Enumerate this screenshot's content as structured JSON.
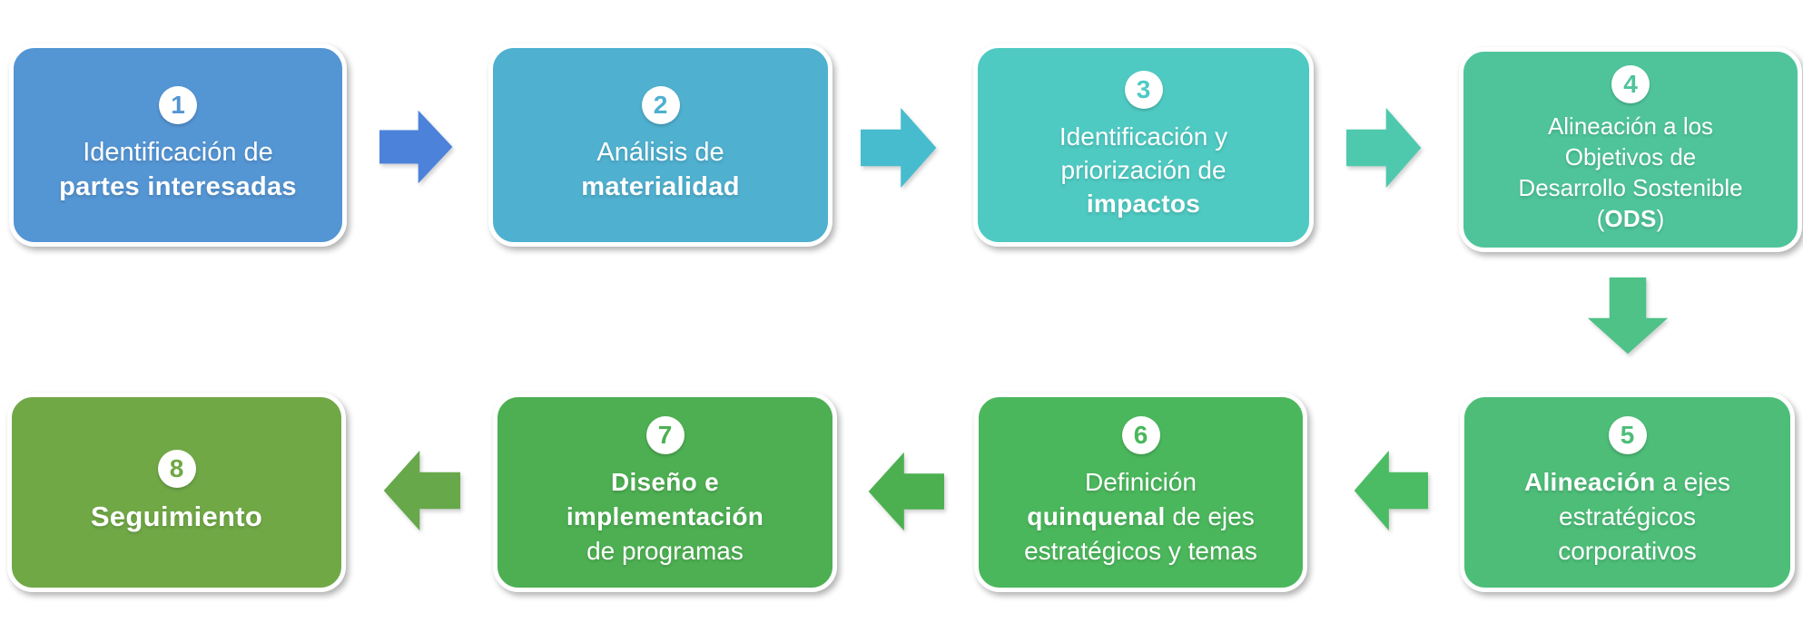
{
  "diagram": {
    "background": "#FFFFFF",
    "text_color": "#FFFFFF",
    "steps": [
      {
        "number": "1",
        "color": "#5495D3",
        "lines": [
          {
            "segments": [
              {
                "text": "Identificación de",
                "bold": false
              }
            ]
          },
          {
            "segments": [
              {
                "text": "partes interesadas",
                "bold": true
              }
            ]
          }
        ]
      },
      {
        "number": "2",
        "color": "#4FB0CF",
        "lines": [
          {
            "segments": [
              {
                "text": "Análisis de",
                "bold": false
              }
            ]
          },
          {
            "segments": [
              {
                "text": "materialidad",
                "bold": true
              }
            ]
          }
        ]
      },
      {
        "number": "3",
        "color": "#4ECAC2",
        "lines": [
          {
            "segments": [
              {
                "text": "Identificación y",
                "bold": false
              }
            ]
          },
          {
            "segments": [
              {
                "text": "priorización de",
                "bold": false
              }
            ]
          },
          {
            "segments": [
              {
                "text": "impactos",
                "bold": true
              }
            ]
          }
        ]
      },
      {
        "number": "4",
        "color": "#4FC49B",
        "lines": [
          {
            "segments": [
              {
                "text": "Alineación a los",
                "bold": false
              }
            ]
          },
          {
            "segments": [
              {
                "text": "Objetivos de",
                "bold": false
              }
            ]
          },
          {
            "segments": [
              {
                "text": "Desarrollo Sostenible",
                "bold": false
              }
            ]
          },
          {
            "segments": [
              {
                "text": "(",
                "bold": false
              },
              {
                "text": "ODS",
                "bold": true
              },
              {
                "text": ")",
                "bold": false
              }
            ]
          }
        ]
      },
      {
        "number": "5",
        "color": "#4DBD78",
        "lines": [
          {
            "segments": [
              {
                "text": "Alineación",
                "bold": true
              },
              {
                "text": " a ejes",
                "bold": false
              }
            ]
          },
          {
            "segments": [
              {
                "text": "estratégicos",
                "bold": false
              }
            ]
          },
          {
            "segments": [
              {
                "text": "corporativos",
                "bold": false
              }
            ]
          }
        ]
      },
      {
        "number": "6",
        "color": "#4BB75C",
        "lines": [
          {
            "segments": [
              {
                "text": "Definición",
                "bold": false
              }
            ]
          },
          {
            "segments": [
              {
                "text": "quinquenal",
                "bold": true
              },
              {
                "text": " de ejes",
                "bold": false
              }
            ]
          },
          {
            "segments": [
              {
                "text": "estratégicos y temas",
                "bold": false
              }
            ]
          }
        ]
      },
      {
        "number": "7",
        "color": "#4DAF52",
        "lines": [
          {
            "segments": [
              {
                "text": "Diseño e",
                "bold": true
              }
            ]
          },
          {
            "segments": [
              {
                "text": "implementación",
                "bold": true
              }
            ]
          },
          {
            "segments": [
              {
                "text": "de programas",
                "bold": false
              }
            ]
          }
        ]
      },
      {
        "number": "8",
        "color": "#70A846",
        "lines": [
          {
            "segments": [
              {
                "text": "Seguimiento",
                "bold": true
              }
            ]
          }
        ]
      }
    ],
    "arrows": [
      {
        "name": "arrow-1-to-2",
        "direction": "right",
        "color": "#4C82DA"
      },
      {
        "name": "arrow-2-to-3",
        "direction": "right",
        "color": "#46BCCE"
      },
      {
        "name": "arrow-3-to-4",
        "direction": "right",
        "color": "#4FC9AD"
      },
      {
        "name": "arrow-4-to-5",
        "direction": "down",
        "color": "#4FC288"
      },
      {
        "name": "arrow-5-to-6",
        "direction": "left",
        "color": "#4BBC63"
      },
      {
        "name": "arrow-6-to-7",
        "direction": "left",
        "color": "#4CB050"
      },
      {
        "name": "arrow-7-to-8",
        "direction": "left",
        "color": "#67A84B"
      }
    ]
  }
}
